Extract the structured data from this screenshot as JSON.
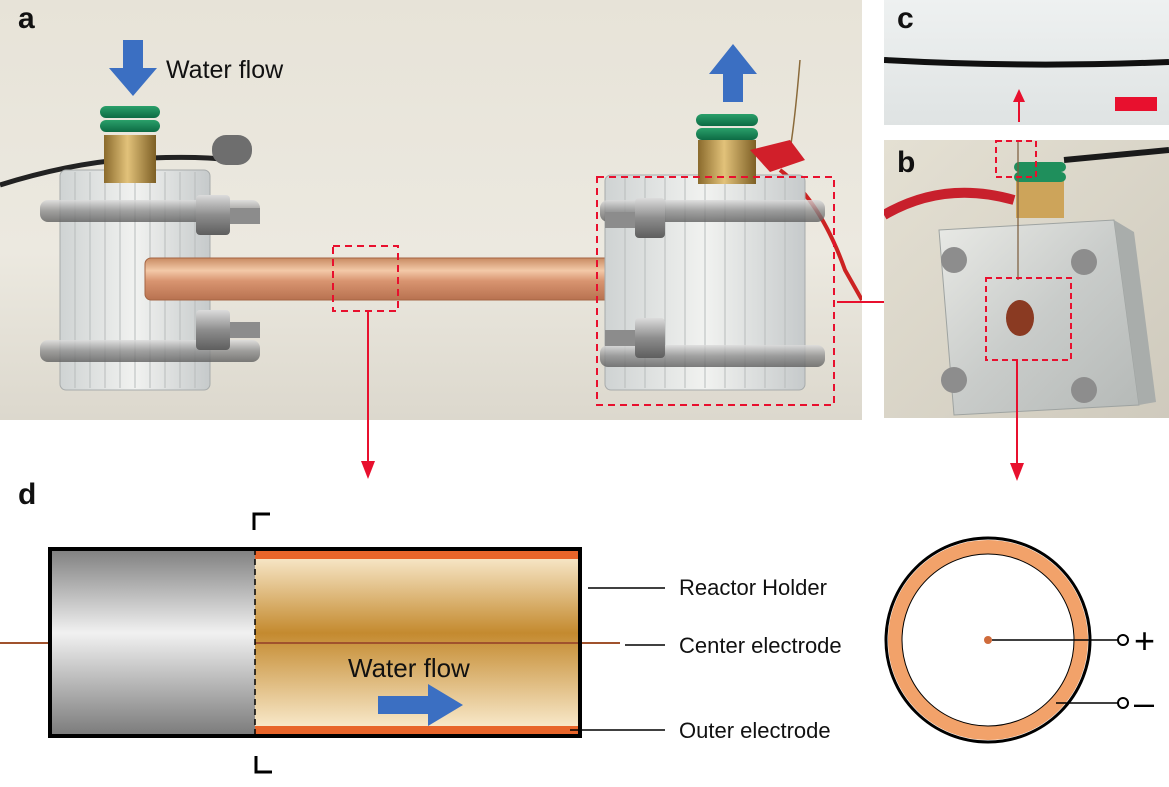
{
  "panels": {
    "a": "a",
    "b": "b",
    "c": "c",
    "d": "d"
  },
  "photo_a": {
    "water_flow_label": "Water flow"
  },
  "diagram_d": {
    "water_flow_label": "Water flow",
    "labels": {
      "reactor_holder": "Reactor Holder",
      "center_electrode": "Center electrode",
      "outer_electrode": "Outer electrode"
    }
  },
  "cross_section": {
    "plus_symbol": "+",
    "minus_symbol": "–"
  },
  "colors": {
    "annotation_red": "#e8102e",
    "flow_arrow_blue": "#3b6fc2",
    "copper": "#e8652a",
    "wire": "#a0522d",
    "holder_gray": "#9a9a9a"
  }
}
